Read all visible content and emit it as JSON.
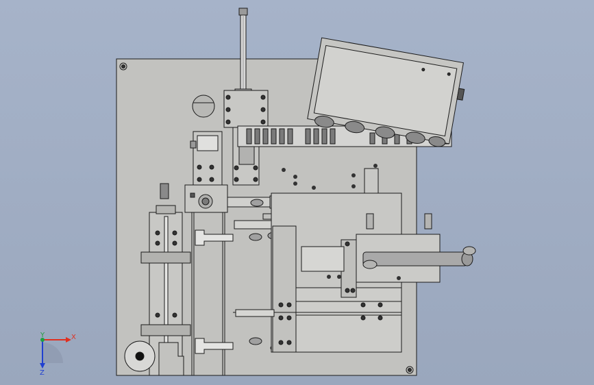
{
  "viewport": {
    "background_top": "#a6b3c9",
    "background_bottom": "#9aa7bd",
    "part_fill": "#bfbfbf",
    "edge_color": "#1a1a1a",
    "dark_fill": "#7a7a7a"
  },
  "triad": {
    "x_label": "X",
    "y_label": "Y",
    "z_label": "Z",
    "x_color": "#e03020",
    "y_color": "#20a040",
    "z_color": "#2040d0"
  }
}
